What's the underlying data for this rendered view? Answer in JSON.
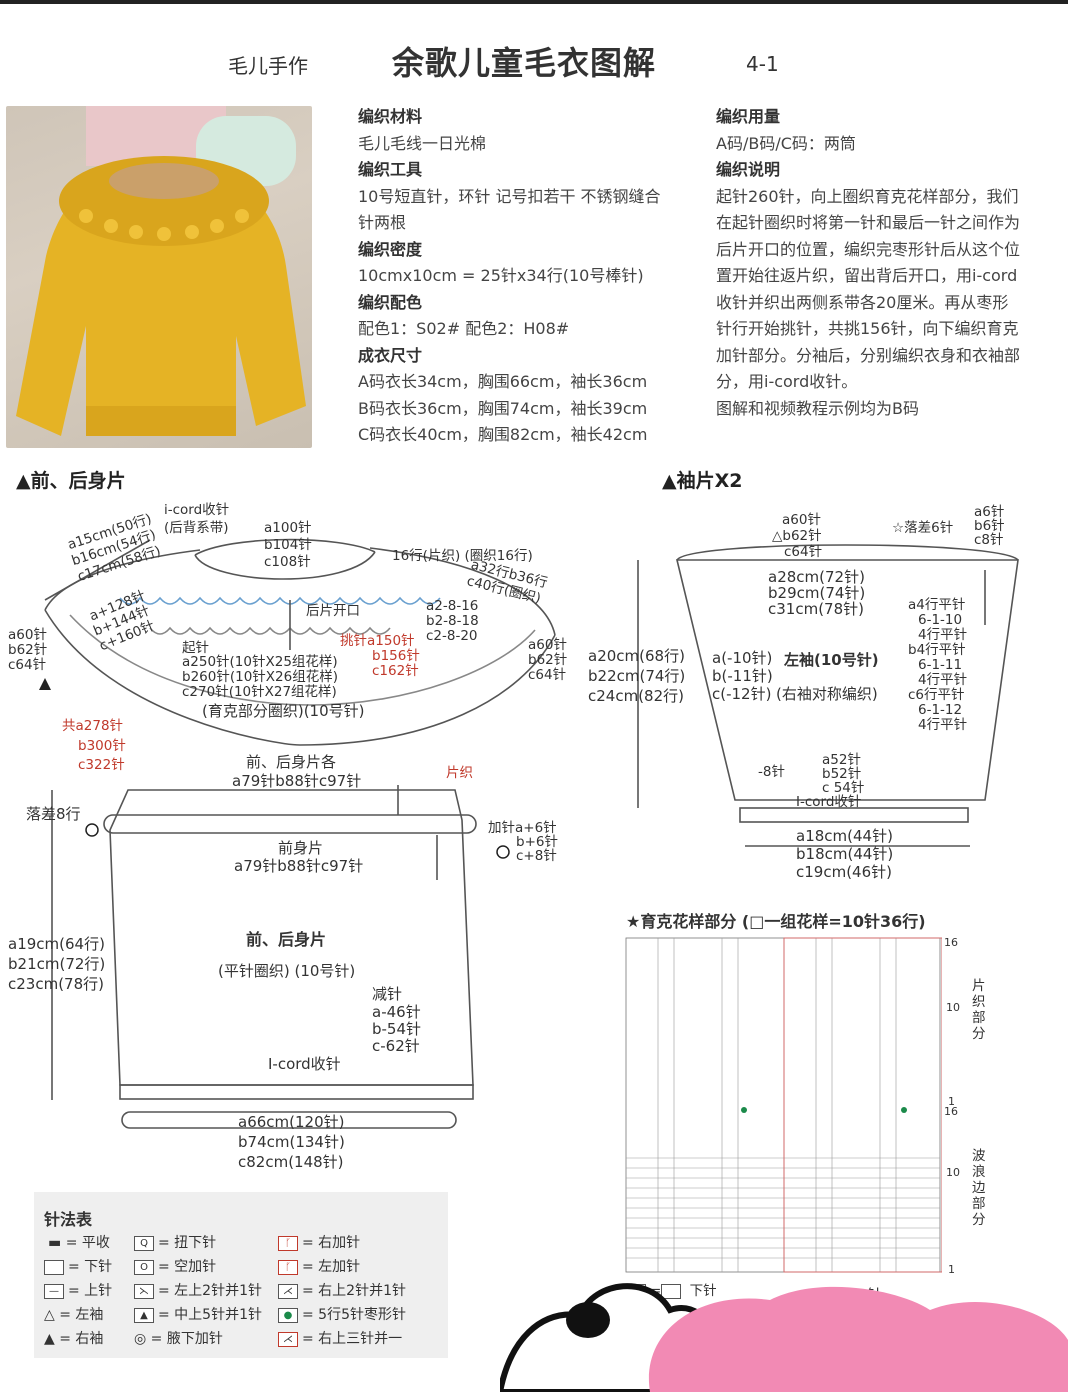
{
  "header": {
    "brand": "毛儿手作",
    "title": "余歌儿童毛衣图解",
    "page": "4-1"
  },
  "photo": {
    "alt_icon": "yellow-sweater-photo"
  },
  "materials": {
    "h1": "编织材料",
    "v1": "毛儿毛线一日光棉",
    "h2": "编织工具",
    "v2": "10号短直针，环针 记号扣若干 不锈钢缝合针两根",
    "h3": "编织密度",
    "v3": "10cmx10cm = 25针x34行(10号棒针)",
    "h4": "编织配色",
    "v4": "配色1：S02# 配色2：H08#",
    "h5": "成衣尺寸",
    "s1": "A码衣长34cm，胸围66cm，袖长36cm",
    "s2": "B码衣长36cm，胸围74cm，袖长39cm",
    "s3": "C码衣长40cm，胸围82cm，袖长42cm"
  },
  "usage": {
    "h1": "编织用量",
    "v1": "A码/B码/C码：两筒",
    "h2": "编织说明",
    "p": "起针260针，向上圈织育克花样部分，我们在起针圈织时将第一针和最后一针之间作为后片开口的位置，编织完枣形针后从这个位置开始往返片织，留出背后开口，用i-cord收针并织出两侧系带各20厘米。再从枣形针行开始挑针，共挑156针，向下编织育克加针部分。分袖后，分别编织衣身和衣袖部分，用i-cord收针。",
    "note": "图解和视频教程示例均为B码"
  },
  "body_section": {
    "title": "▲前、后身片",
    "icord_top": "i-cord收针",
    "icord_top2": "(后背系带)",
    "neck_len": [
      "a15cm(50行)",
      "b16cm(54行)",
      "c17cm(58行)"
    ],
    "neck_st": [
      "a100针",
      "b104针",
      "c108针"
    ],
    "rows16": "16行(片织) (圈织16行)",
    "rows32": [
      "a32行b36行",
      "c40行(圈织)"
    ],
    "inc": [
      "a+128针",
      "b+144针",
      "c+160针"
    ],
    "back_open": "后片开口",
    "dec": [
      "a2-8-16",
      "b2-8-18",
      "c2-8-20"
    ],
    "left_st": [
      "a60针",
      "b62针",
      "c64针"
    ],
    "right_st": [
      "a60针",
      "b62针",
      "c64针"
    ],
    "cast": [
      "起针",
      "a250针(10针X25组花样)",
      "b260针(10针X26组花样)",
      "c270针(10针X27组花样)"
    ],
    "pick": [
      "挑针a150针",
      "b156针",
      "c162针"
    ],
    "yoke": "(育克部分圈织)(10号针)",
    "total": [
      "共a278针",
      "b300针",
      "c322针"
    ],
    "each": [
      "前、后身片各",
      "a79针b88针c97针"
    ],
    "piece": "片织",
    "drop": "落差8行",
    "front": [
      "前身片",
      "a79针b88针c97针"
    ],
    "add": [
      "加针a+6针",
      "b+6针",
      "c+8针"
    ],
    "len": [
      "a19cm(64行)",
      "b21cm(72行)",
      "c23cm(78行)"
    ],
    "body_title": "前、后身片",
    "body_sub": "(平针圈织) (10号针)",
    "reduce": [
      "减针",
      "a-46针",
      "b-54针",
      "c-62针"
    ],
    "icord_bottom": "I-cord收针",
    "width": [
      "a66cm(120针)",
      "b74cm(134针)",
      "c82cm(148针)"
    ]
  },
  "sleeve_section": {
    "title": "▲袖片X2",
    "top_st": [
      "a60针",
      "△b62针",
      "c64针"
    ],
    "drop": "☆落差6针",
    "drop_st": [
      "a6针",
      "b6针",
      "c8针"
    ],
    "top_cm": [
      "a28cm(72针)",
      "b29cm(74针)",
      "c31cm(78针)"
    ],
    "len": [
      "a20cm(68行)",
      "b22cm(74行)",
      "c24cm(82行)"
    ],
    "dec": [
      "a(-10针)",
      "b(-11针)",
      "c(-12针)"
    ],
    "name": "左袖(10号针)",
    "mirror": "(右袖对称编织)",
    "rows": [
      "a4行平针",
      "6-1-10",
      "4行平针",
      "b4行平针",
      "6-1-11",
      "4行平针",
      "c6行平针",
      "6-1-12",
      "4行平针"
    ],
    "minus": "-8针",
    "cuff_st": [
      "a52针",
      "b52针",
      "c 54针"
    ],
    "icord": "I-cord收针",
    "cuff_cm": [
      "a18cm(44针)",
      "b18cm(44针)",
      "c19cm(46针)"
    ]
  },
  "chart": {
    "title": "★育克花样部分 (□一组花样=10针36行)",
    "nums_top": [
      "16",
      "10",
      "1"
    ],
    "nums_bot": [
      "16",
      "10",
      "1"
    ],
    "side1": "片织部分",
    "side2": "波浪边部分",
    "legend": "=",
    "legend2": "下针",
    "ten": "10针"
  },
  "legend": {
    "title": "针法表",
    "items": [
      [
        "= 平收",
        "= 扭下针",
        "= 右加针"
      ],
      [
        "= 下针",
        "= 空加针",
        "= 左加针"
      ],
      [
        "= 上针",
        "= 左上2针并1针",
        "= 右上2针并1针"
      ],
      [
        "= 左袖",
        "= 中上5针并1针",
        "= 5行5针枣形针"
      ],
      [
        "= 右袖",
        "= 腋下加针",
        "= 右上三针并一"
      ]
    ]
  },
  "colors": {
    "accent": "#c0392b",
    "sweater": "#e8b52a",
    "cloud": "#f28ab4"
  }
}
